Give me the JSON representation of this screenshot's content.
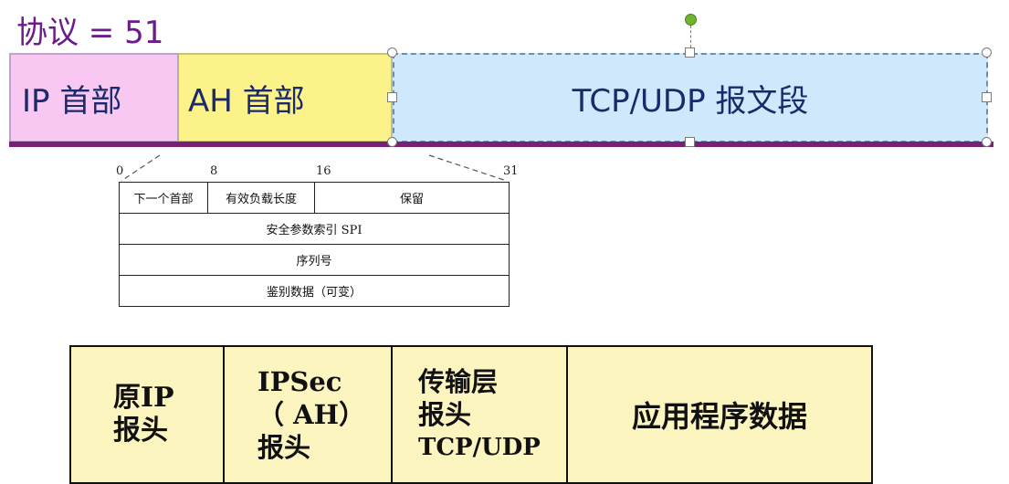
{
  "title": "协议 = 51",
  "packet_top": {
    "ip_header": "IP 首部",
    "ah_header": "AH 首部",
    "tcp_udp_segment": "TCP/UDP 报文段"
  },
  "ah_format": {
    "bit_labels": [
      "0",
      "8",
      "16",
      "31"
    ],
    "rows": [
      [
        "下一个首部",
        "有效负载长度",
        "保留"
      ],
      [
        "安全参数索引 SPI"
      ],
      [
        "序列号"
      ],
      [
        "鉴别数据（可变）"
      ]
    ]
  },
  "packet_bottom": {
    "cells": [
      [
        "原IP",
        "报头"
      ],
      [
        "IPSec",
        "（ AH）",
        "报头"
      ],
      [
        "传输层",
        "报头",
        "TCP/UDP"
      ],
      [
        "应用程序数据"
      ]
    ]
  },
  "colors": {
    "ip_header": "#f8c8f2",
    "ah_header": "#fbf28a",
    "tcp_segment": "#cfe8fb",
    "bottom_cells": "#fcf5c0",
    "underline": "#7a1f78",
    "title": "#6a1d8a"
  }
}
